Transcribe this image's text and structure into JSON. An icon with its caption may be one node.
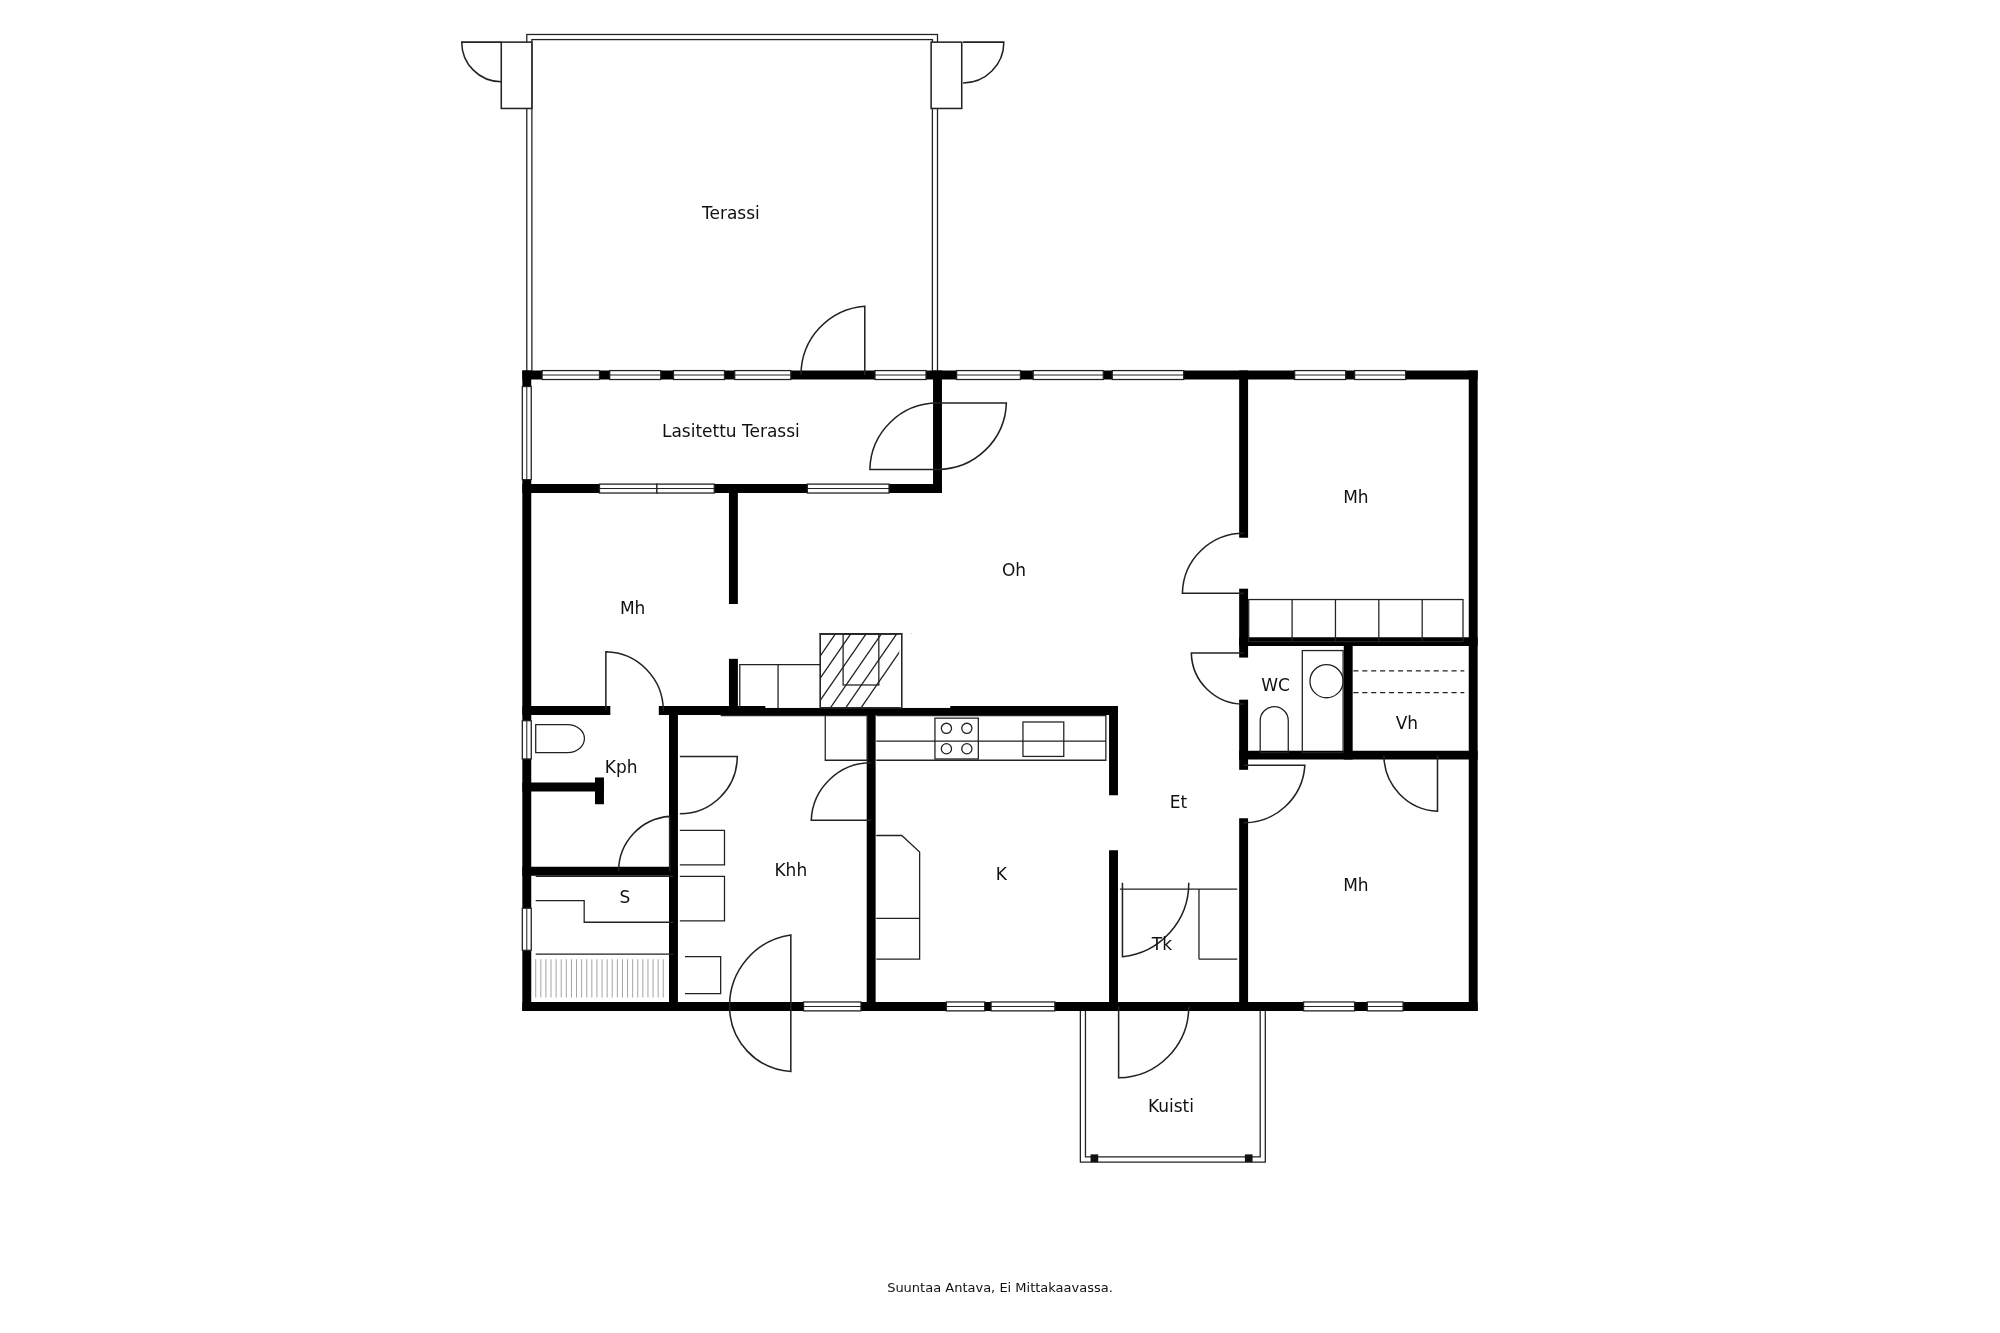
{
  "diagram": {
    "caption": "Suuntaa Antava, Ei Mittakaavassa.",
    "labels": [
      "Terassi",
      "Lasitettu Terassi",
      "Mh",
      "Oh",
      "Mh",
      "WC",
      "Vh",
      "Kph",
      "Et",
      "Khh",
      "K",
      "Mh",
      "S",
      "Tk",
      "Kuisti"
    ]
  }
}
